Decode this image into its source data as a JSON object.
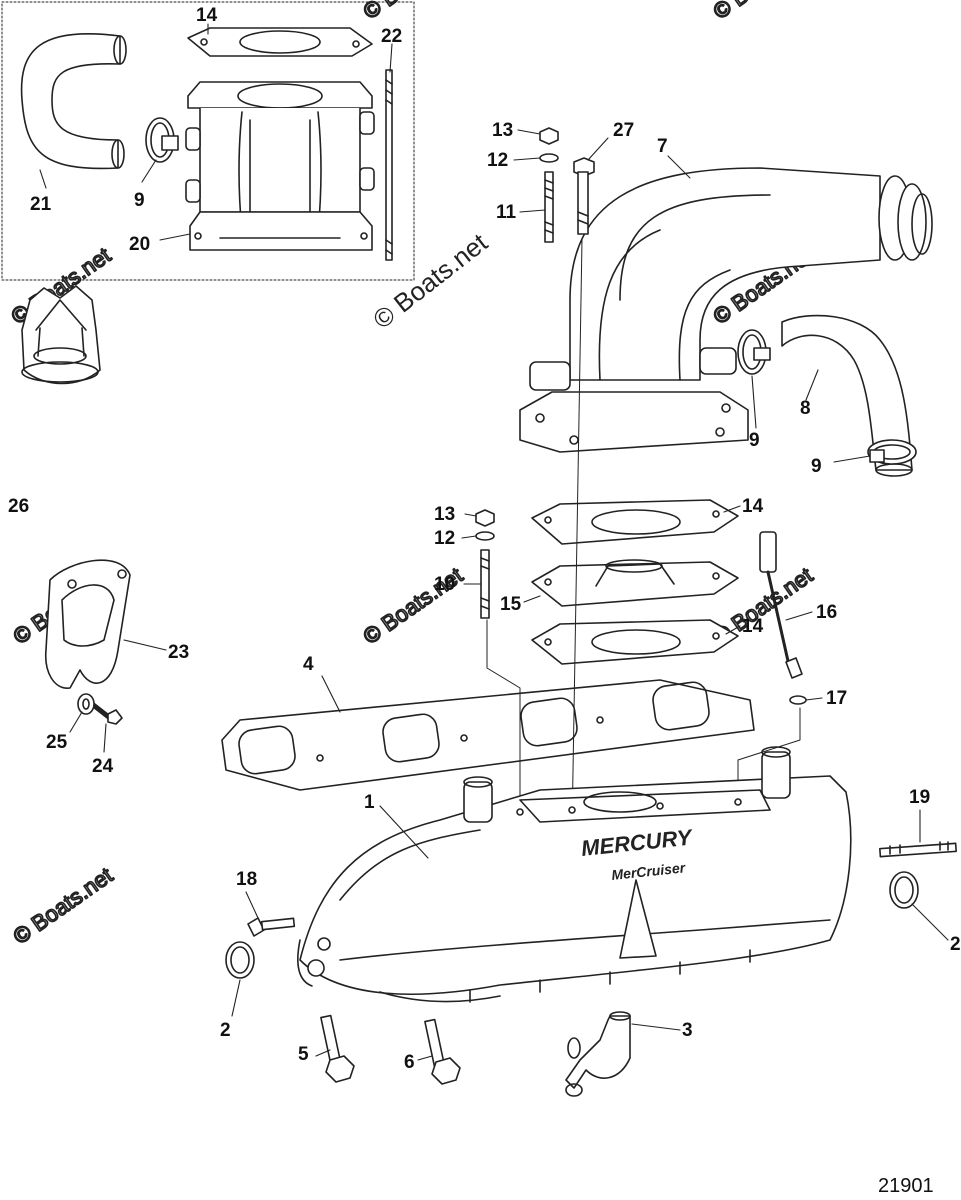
{
  "watermark": "© Boats.net",
  "reference_number": "21901",
  "callouts": {
    "c1": "1",
    "c2a": "2",
    "c2b": "2",
    "c3": "3",
    "c4": "4",
    "c5": "5",
    "c6": "6",
    "c7": "7",
    "c8": "8",
    "c9a": "9",
    "c9b": "9",
    "c9c": "9",
    "c10": "10",
    "c11": "11",
    "c12a": "12",
    "c12b": "12",
    "c13a": "13",
    "c13b": "13",
    "c14a": "14",
    "c14b": "14",
    "c14c": "14",
    "c15": "15",
    "c16": "16",
    "c17": "17",
    "c18": "18",
    "c19": "19",
    "c20": "20",
    "c21": "21",
    "c22": "22",
    "c23": "23",
    "c24": "24",
    "c25": "25",
    "c26": "26",
    "c27": "27"
  },
  "manifold_logo": {
    "brand": "MERCURY",
    "sub_brand": "MerCruiser"
  }
}
